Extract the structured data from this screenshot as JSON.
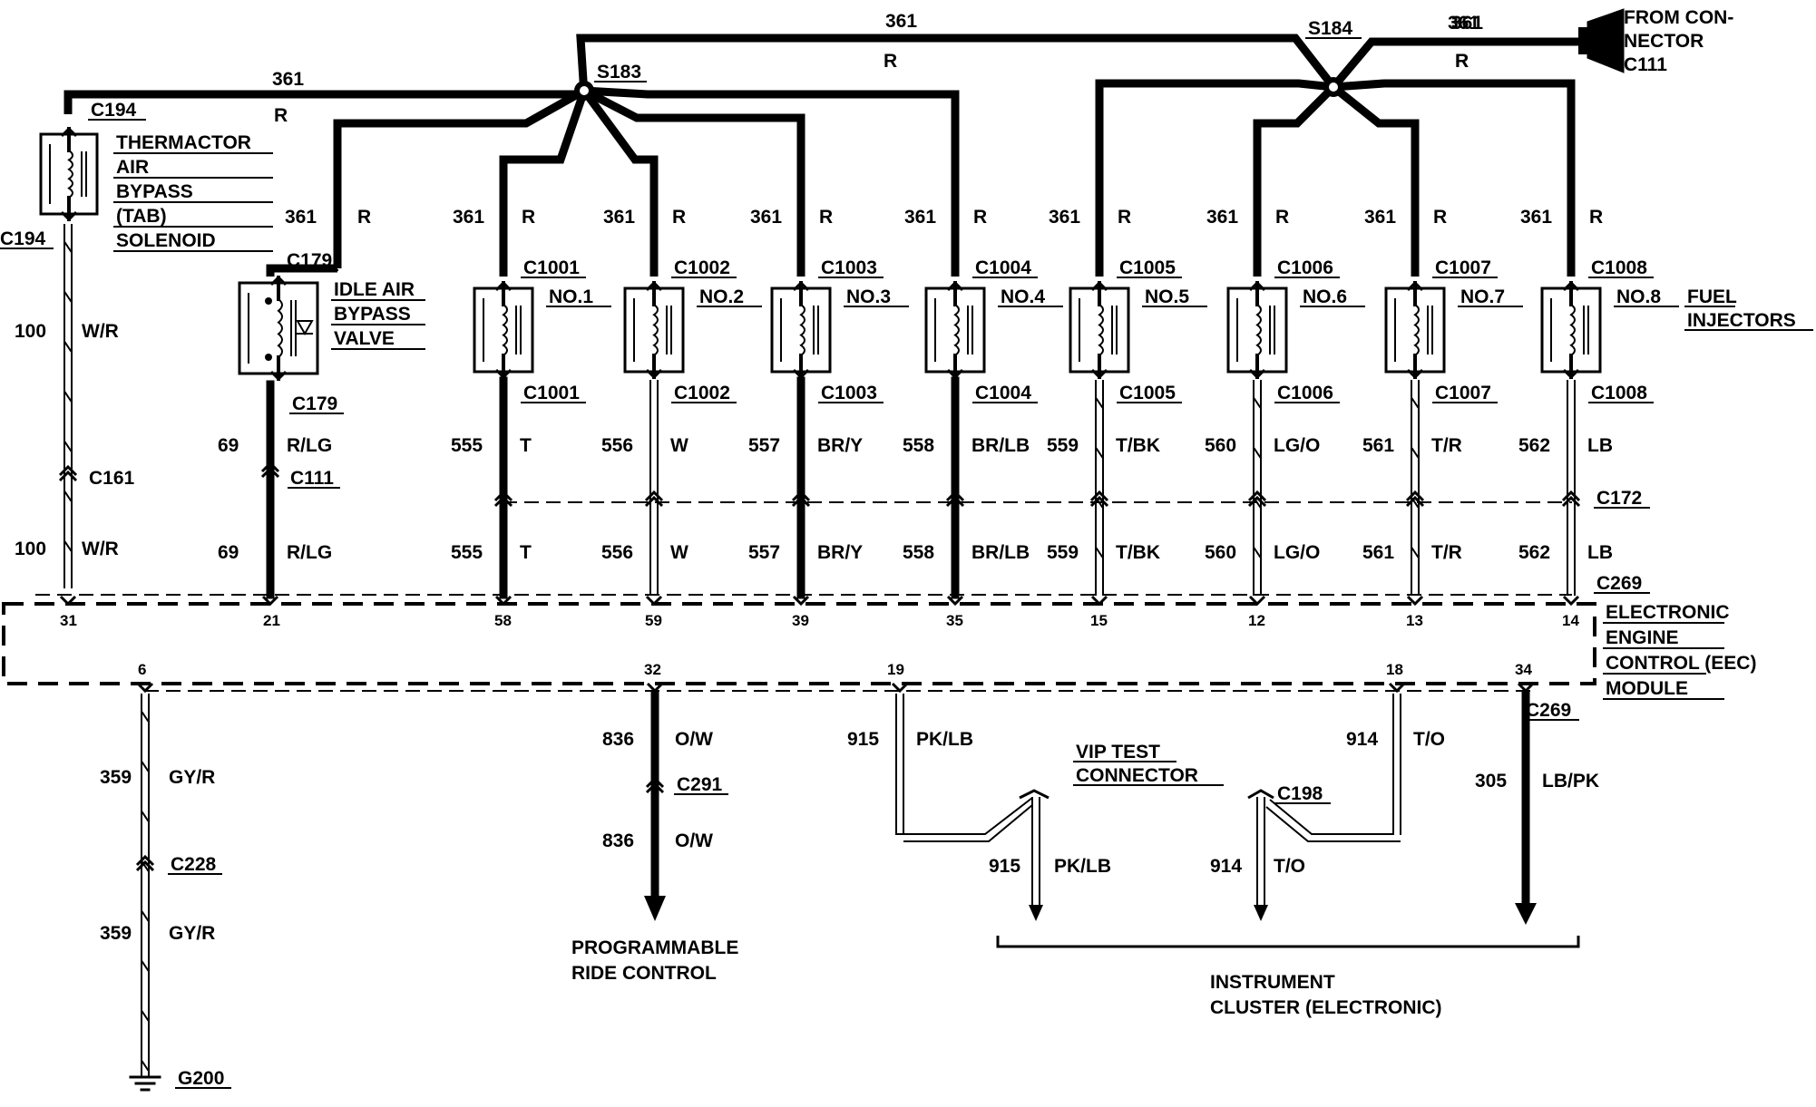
{
  "source": {
    "label_lines": [
      "FROM CON-",
      "NECTOR",
      "C111"
    ],
    "connector_glyph": "88",
    "circuit": "361",
    "color": "R"
  },
  "splices": [
    {
      "id": "S183"
    },
    {
      "id": "S184"
    }
  ],
  "feed_labels": [
    {
      "circuit": "361",
      "color": "R"
    },
    {
      "circuit": "361",
      "color": "R"
    },
    {
      "circuit": "361",
      "color": "R"
    }
  ],
  "tab_solenoid": {
    "top_connector": "C194",
    "side_connector": "C194",
    "label_lines": [
      "THERMACTOR",
      "AIR",
      "BYPASS",
      "(TAB)",
      "SOLENOID"
    ],
    "circuit": "100",
    "color": "W/R",
    "inline_connector": "C161",
    "circuit_b": "100",
    "color_b": "W/R",
    "pin": "31"
  },
  "idle_valve": {
    "feed_circuit": "361",
    "feed_color": "R",
    "top_connector": "C179",
    "bottom_connector": "C179",
    "label_lines": [
      "IDLE AIR",
      "BYPASS",
      "VALVE"
    ],
    "circuit": "69",
    "color": "R/LG",
    "inline_connector": "C111",
    "circuit_b": "69",
    "color_b": "R/LG",
    "pin": "21"
  },
  "injectors": [
    {
      "number": "NO.1",
      "feed_circuit": "361",
      "feed_color": "R",
      "top_connector": "C1001",
      "bottom_connector": "C1001",
      "circuit": "555",
      "color": "T",
      "circuit_b": "555",
      "color_b": "T",
      "pin": "58"
    },
    {
      "number": "NO.2",
      "feed_circuit": "361",
      "feed_color": "R",
      "top_connector": "C1002",
      "bottom_connector": "C1002",
      "circuit": "556",
      "color": "W",
      "circuit_b": "556",
      "color_b": "W",
      "pin": "59"
    },
    {
      "number": "NO.3",
      "feed_circuit": "361",
      "feed_color": "R",
      "top_connector": "C1003",
      "bottom_connector": "C1003",
      "circuit": "557",
      "color": "BR/Y",
      "circuit_b": "557",
      "color_b": "BR/Y",
      "pin": "39"
    },
    {
      "number": "NO.4",
      "feed_circuit": "361",
      "feed_color": "R",
      "top_connector": "C1004",
      "bottom_connector": "C1004",
      "circuit": "558",
      "color": "BR/LB",
      "circuit_b": "558",
      "color_b": "BR/LB",
      "pin": "35"
    },
    {
      "number": "NO.5",
      "feed_circuit": "361",
      "feed_color": "R",
      "top_connector": "C1005",
      "bottom_connector": "C1005",
      "circuit": "559",
      "color": "T/BK",
      "circuit_b": "559",
      "color_b": "T/BK",
      "pin": "15"
    },
    {
      "number": "NO.6",
      "feed_circuit": "361",
      "feed_color": "R",
      "top_connector": "C1006",
      "bottom_connector": "C1006",
      "circuit": "560",
      "color": "LG/O",
      "circuit_b": "560",
      "color_b": "LG/O",
      "pin": "12"
    },
    {
      "number": "NO.7",
      "feed_circuit": "361",
      "feed_color": "R",
      "top_connector": "C1007",
      "bottom_connector": "C1007",
      "circuit": "561",
      "color": "T/R",
      "circuit_b": "561",
      "color_b": "T/R",
      "pin": "13"
    },
    {
      "number": "NO.8",
      "feed_circuit": "361",
      "feed_color": "R",
      "top_connector": "C1008",
      "bottom_connector": "C1008",
      "circuit": "562",
      "color": "LB",
      "circuit_b": "562",
      "color_b": "LB",
      "pin": "14"
    }
  ],
  "fuel_injectors_label": [
    "FUEL",
    "INJECTORS"
  ],
  "harness_connectors": {
    "upper": "C172",
    "lower": "C269"
  },
  "eec_module": {
    "label_lines": [
      "ELECTRONIC",
      "ENGINE",
      "CONTROL (EEC)",
      "MODULE"
    ],
    "connector": "C269"
  },
  "ground_branch": {
    "pin": "6",
    "circuit": "359",
    "color": "GY/R",
    "connector": "C228",
    "circuit_b": "359",
    "color_b": "GY/R",
    "ground": "G200"
  },
  "ride_branch": {
    "pin": "32",
    "circuit": "836",
    "color": "O/W",
    "connector": "C291",
    "circuit_b": "836",
    "color_b": "O/W",
    "label_lines": [
      "PROGRAMMABLE",
      "RIDE CONTROL"
    ]
  },
  "vip": {
    "left_pin": "19",
    "left_circuit": "915",
    "left_color": "PK/LB",
    "right_pin": "18",
    "right_circuit": "914",
    "right_color": "T/O",
    "label_lines": [
      "VIP TEST",
      "CONNECTOR"
    ],
    "connector": "C198",
    "out_left_circuit": "915",
    "out_left_color": "PK/LB",
    "out_right_circuit": "914",
    "out_right_color": "T/O"
  },
  "cluster_branch": {
    "pin": "34",
    "connector": "C269",
    "circuit": "305",
    "color": "LB/PK"
  },
  "cluster_label": [
    "INSTRUMENT",
    "CLUSTER (ELECTRONIC)"
  ]
}
